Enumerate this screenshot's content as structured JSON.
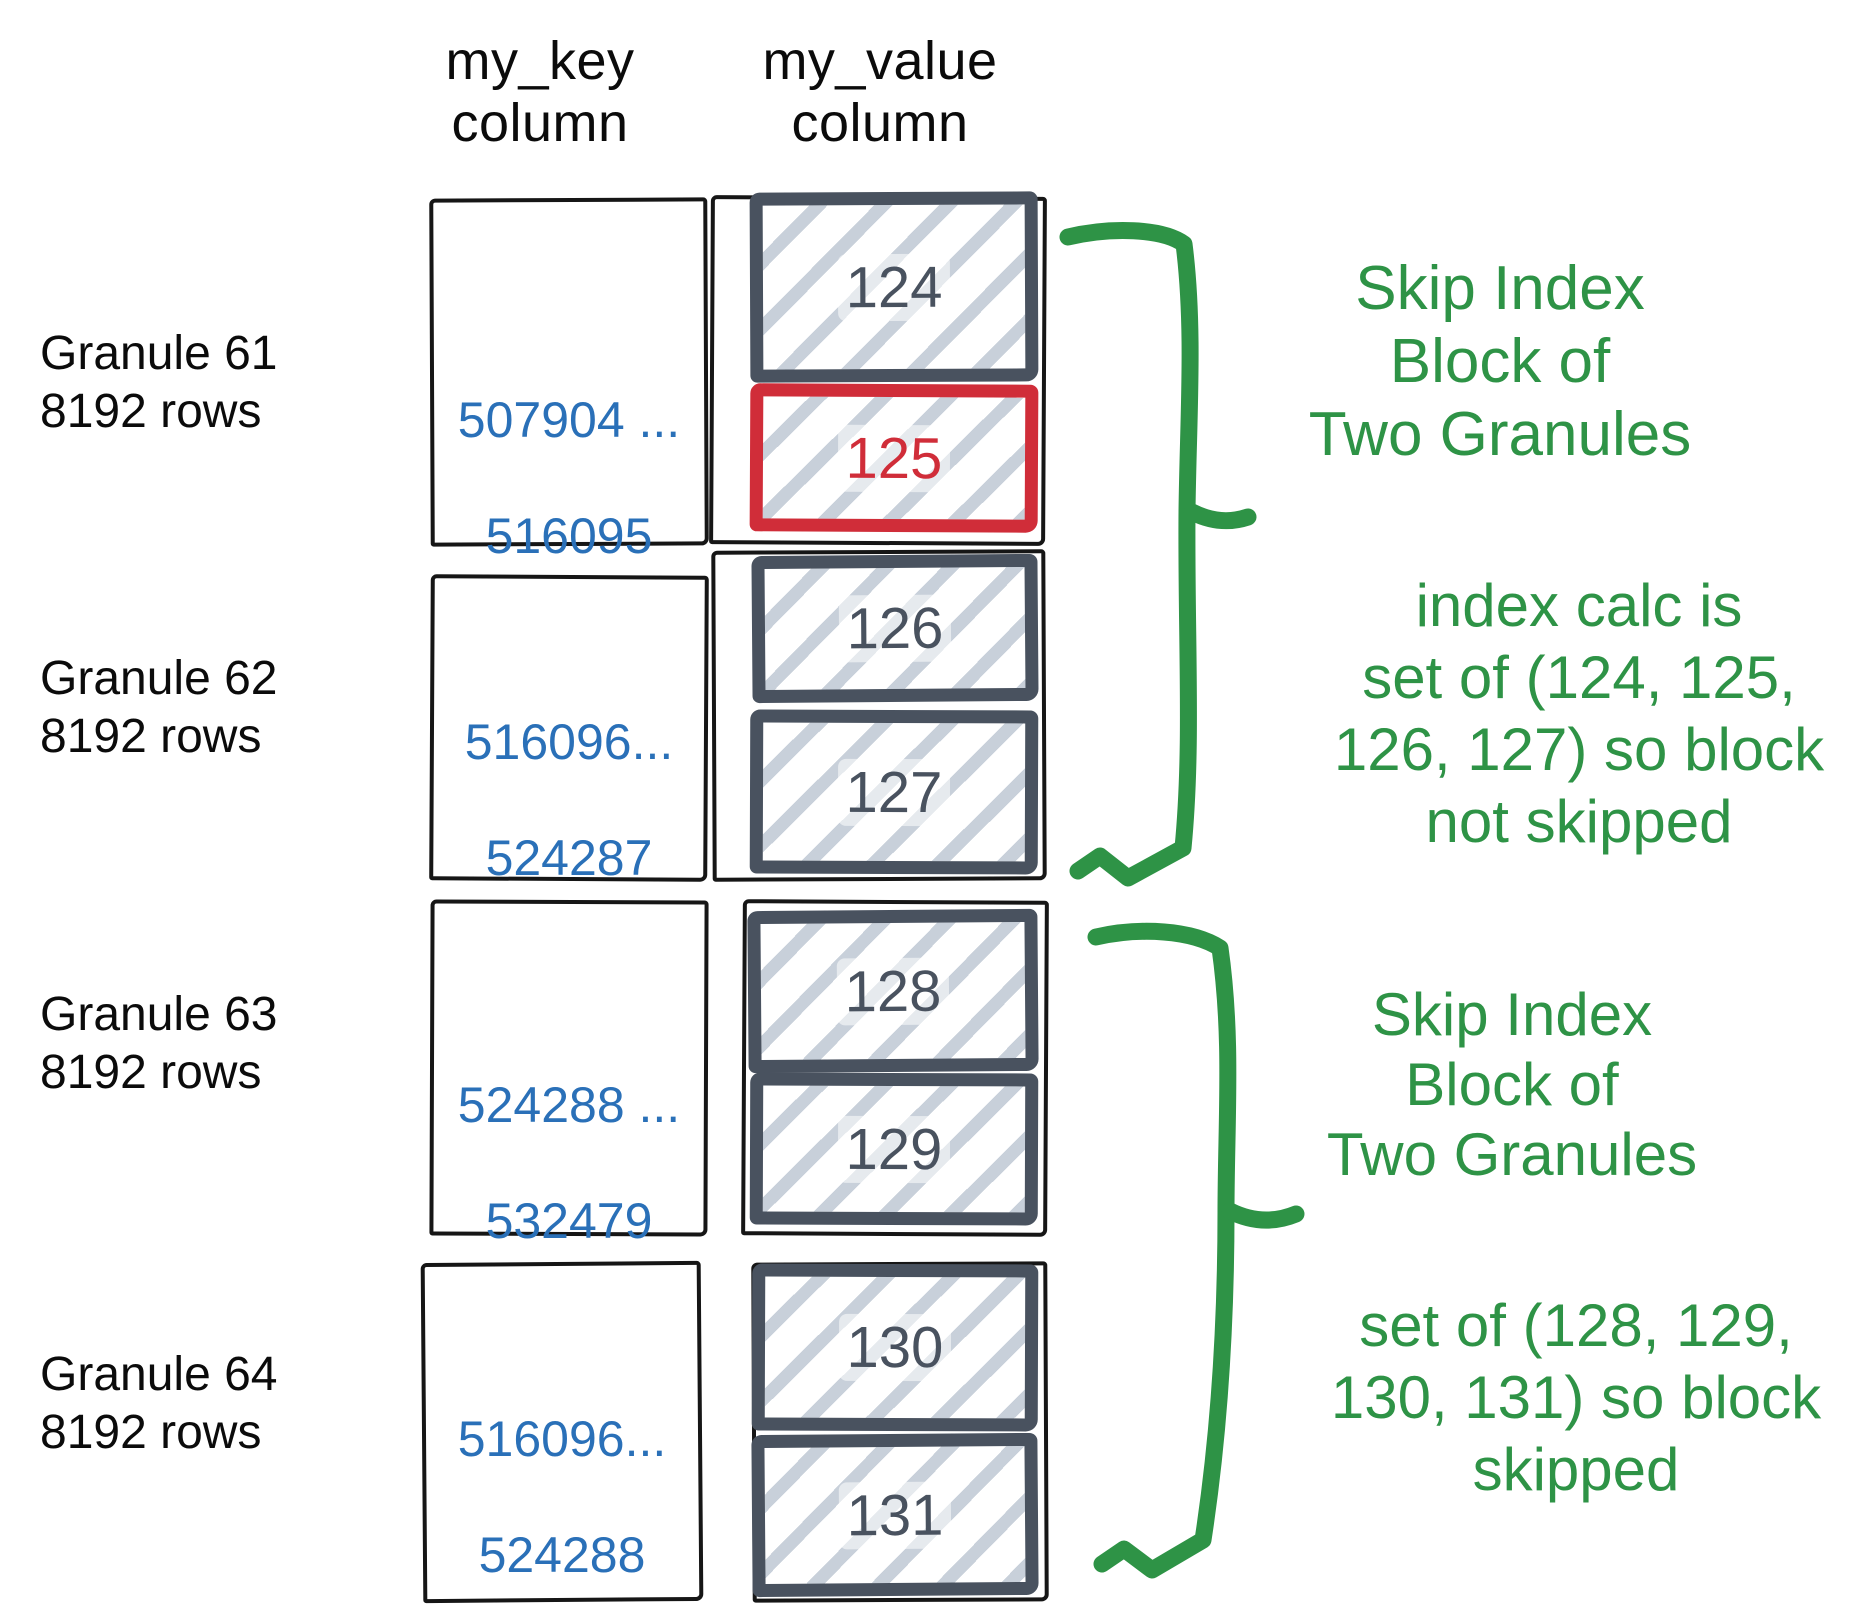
{
  "headers": {
    "key": "my_key column",
    "value": "my_value column"
  },
  "granules": [
    {
      "label": "Granule 61",
      "rows": "8192 rows",
      "key_from": "507904 ...",
      "key_to": "516095",
      "values": [
        {
          "num": "124",
          "highlight": false
        },
        {
          "num": "125",
          "highlight": true
        }
      ]
    },
    {
      "label": "Granule 62",
      "rows": "8192 rows",
      "key_from": "516096...",
      "key_to": "524287",
      "values": [
        {
          "num": "126",
          "highlight": false
        },
        {
          "num": "127",
          "highlight": false
        }
      ]
    },
    {
      "label": "Granule 63",
      "rows": "8192 rows",
      "key_from": "524288 ...",
      "key_to": "532479",
      "values": [
        {
          "num": "128",
          "highlight": false
        },
        {
          "num": "129",
          "highlight": false
        }
      ]
    },
    {
      "label": "Granule 64",
      "rows": "8192 rows",
      "key_from": "516096...",
      "key_to": "524288",
      "values": [
        {
          "num": "130",
          "highlight": false
        },
        {
          "num": "131",
          "highlight": false
        }
      ]
    }
  ],
  "annotations": [
    {
      "lines": [
        "Skip Index",
        "Block of",
        "Two Granules"
      ]
    },
    {
      "lines": [
        "index calc is",
        "set of (124, 125,",
        "126, 127) so block",
        "not skipped"
      ]
    },
    {
      "lines": [
        "Skip Index",
        "Block of",
        "Two Granules"
      ]
    },
    {
      "lines": [
        "set of (128, 129,",
        "130, 131) so block",
        "skipped"
      ]
    }
  ],
  "colors": {
    "green": "#2e9346",
    "red": "#d02d39",
    "blue": "#2a70b8",
    "slate": "#49525f",
    "hatch": "#c8d0da",
    "black": "#161616"
  }
}
